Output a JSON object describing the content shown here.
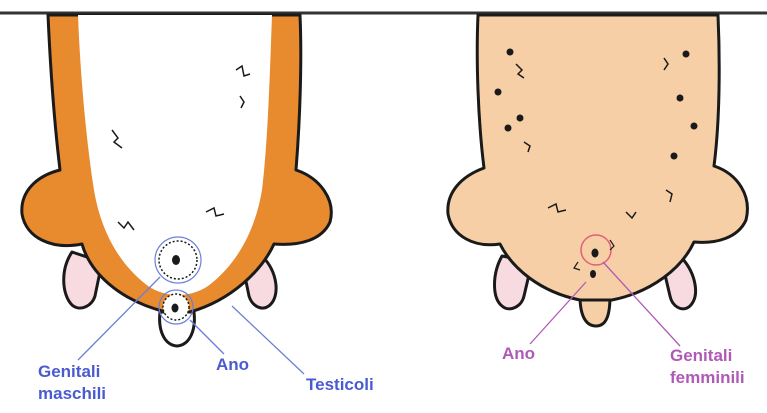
{
  "colors": {
    "male_label": "#4a5bd0",
    "female_label": "#b05ab8",
    "orange_fur": "#e88a2e",
    "peach_fur": "#f7cfa6",
    "outline": "#1a1a1a",
    "paw_pink": "#f8dbe0",
    "male_pointer_line": "#6b7fd8",
    "female_circle": "#e0607a"
  },
  "labels": {
    "male_genitals_line1": "Genitali",
    "male_genitals_line2": "maschili",
    "male_anus": "Ano",
    "testicles": "Testicoli",
    "female_anus": "Ano",
    "female_genitals_line1": "Genitali",
    "female_genitals_line2": "femminili"
  }
}
